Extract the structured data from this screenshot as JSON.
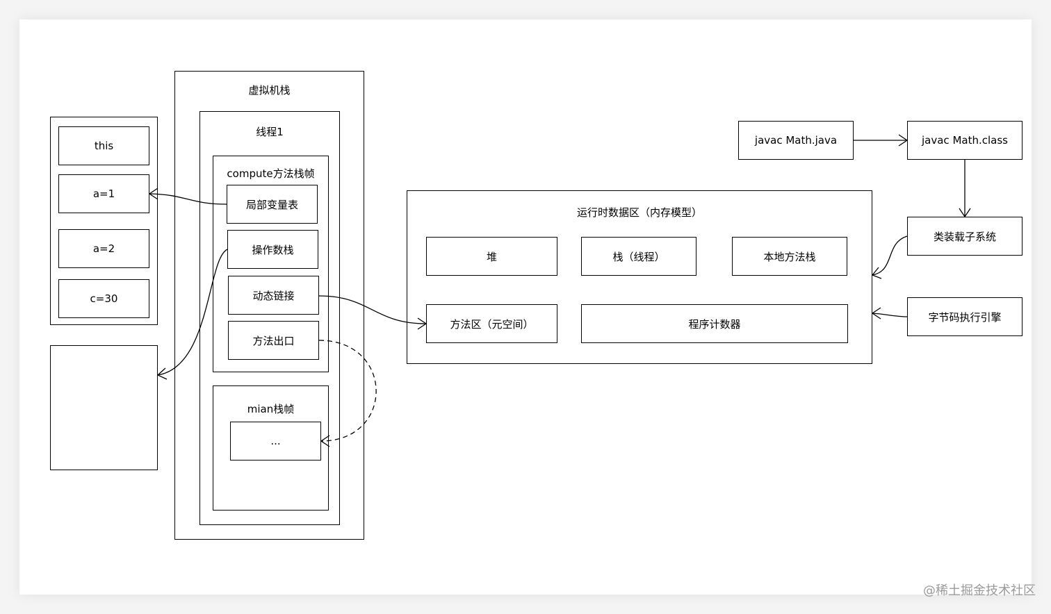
{
  "jvm_stack": {
    "title": "虚拟机栈",
    "thread": {
      "title": "线程1",
      "compute_frame": {
        "title": "compute方法栈帧",
        "local_vars": "局部变量表",
        "operand_stack": "操作数栈",
        "dynamic_link": "动态链接",
        "method_exit": "方法出口"
      },
      "main_frame": {
        "title": "mian栈帧",
        "content": "..."
      }
    }
  },
  "local_var_table": {
    "items": [
      "this",
      "a=1",
      "a=2",
      "c=30"
    ]
  },
  "runtime_area": {
    "title": "运行时数据区（内存模型）",
    "heap": "堆",
    "stack": "栈（线程）",
    "native_stack": "本地方法栈",
    "method_area": "方法区（元空间）",
    "pc": "程序计数器"
  },
  "compile_flow": {
    "java_file": "javac Math.java",
    "class_file": "javac Math.class",
    "class_loader": "类装载子系统",
    "exec_engine": "字节码执行引擎"
  },
  "watermark": "@稀土掘金技术社区"
}
